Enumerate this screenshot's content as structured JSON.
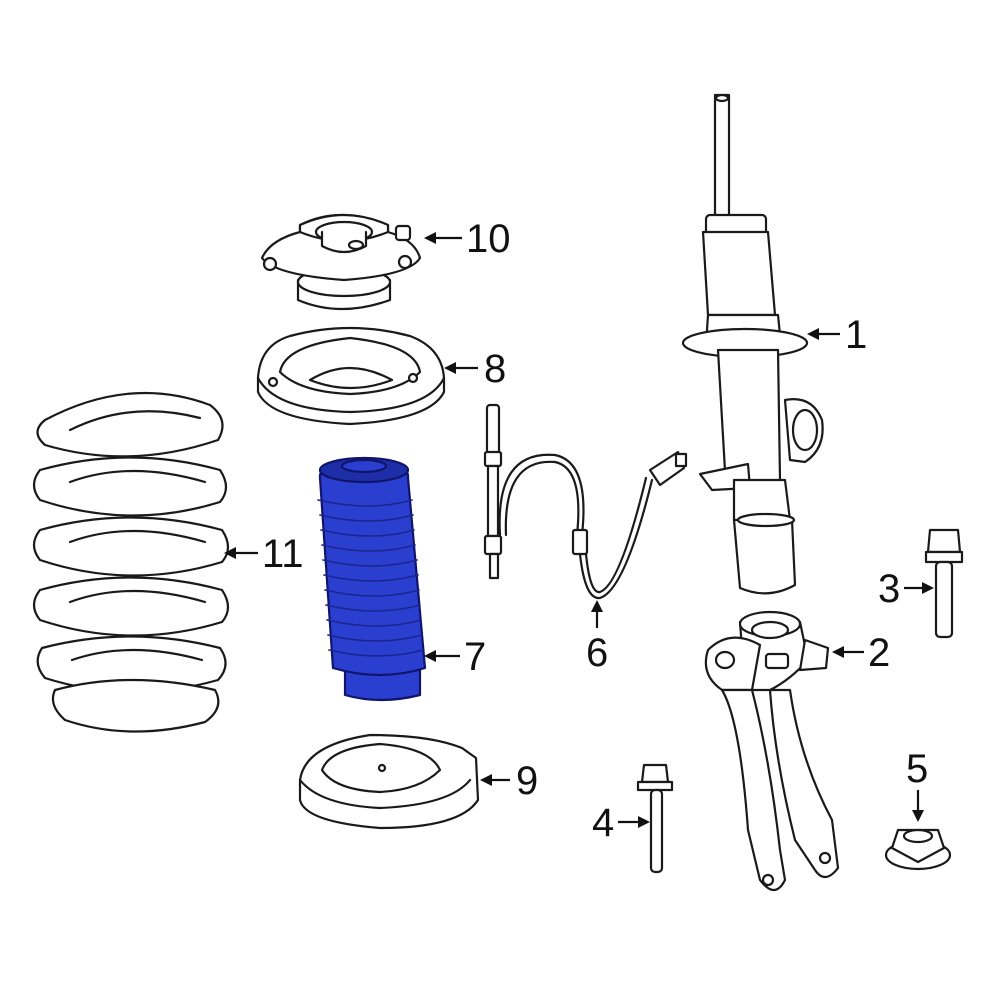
{
  "diagram": {
    "callouts": [
      {
        "id": "1",
        "label": "1"
      },
      {
        "id": "2",
        "label": "2"
      },
      {
        "id": "3",
        "label": "3"
      },
      {
        "id": "4",
        "label": "4"
      },
      {
        "id": "5",
        "label": "5"
      },
      {
        "id": "6",
        "label": "6"
      },
      {
        "id": "7",
        "label": "7"
      },
      {
        "id": "8",
        "label": "8"
      },
      {
        "id": "9",
        "label": "9"
      },
      {
        "id": "10",
        "label": "10"
      },
      {
        "id": "11",
        "label": "11"
      }
    ],
    "highlighted_part": "7",
    "colors": {
      "highlight": "#2a3fd0",
      "line": "#1a1a1a",
      "background": "#ffffff"
    }
  }
}
